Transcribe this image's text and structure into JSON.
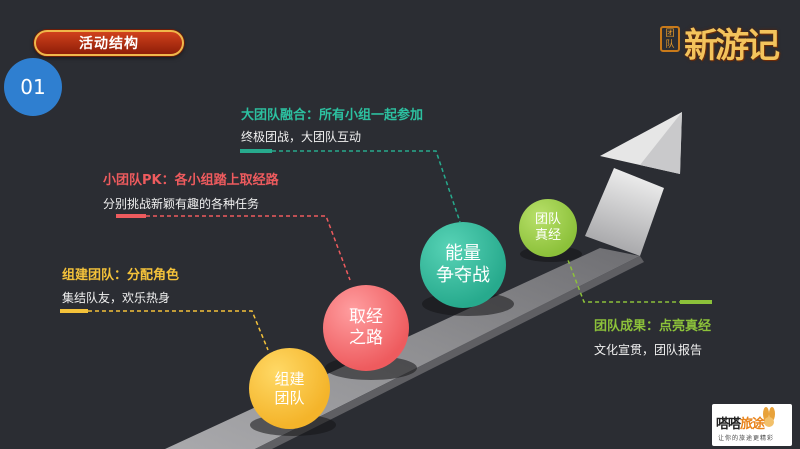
{
  "header": {
    "section_title": "活动结构",
    "section_number": "01"
  },
  "logo": {
    "small_text": "团队",
    "big_text": "新游记"
  },
  "steps": [
    {
      "ball_label": "组建\n团队",
      "heading": "组建团队：分配角色",
      "subtitle": "集结队友，欢乐热身",
      "color": "#f4b42a"
    },
    {
      "ball_label": "取经\n之路",
      "heading": "小团队PK：各小组踏上取经路",
      "subtitle": "分别挑战新颖有趣的各种任务",
      "color": "#ee5b5e"
    },
    {
      "ball_label": "能量\n争夺战",
      "heading": "大团队融合：所有小组一起参加",
      "subtitle": "终极团战，大团队互动",
      "color": "#27aa8d"
    },
    {
      "ball_label": "团队\n真经",
      "heading": "团队成果：点亮真经",
      "subtitle": "文化宣贯，团队报告",
      "color": "#8cc13a"
    }
  ],
  "brand": {
    "name_part1": "嗒嗒",
    "name_part2": "旅途",
    "slogan": "让你的旅途更精彩"
  }
}
